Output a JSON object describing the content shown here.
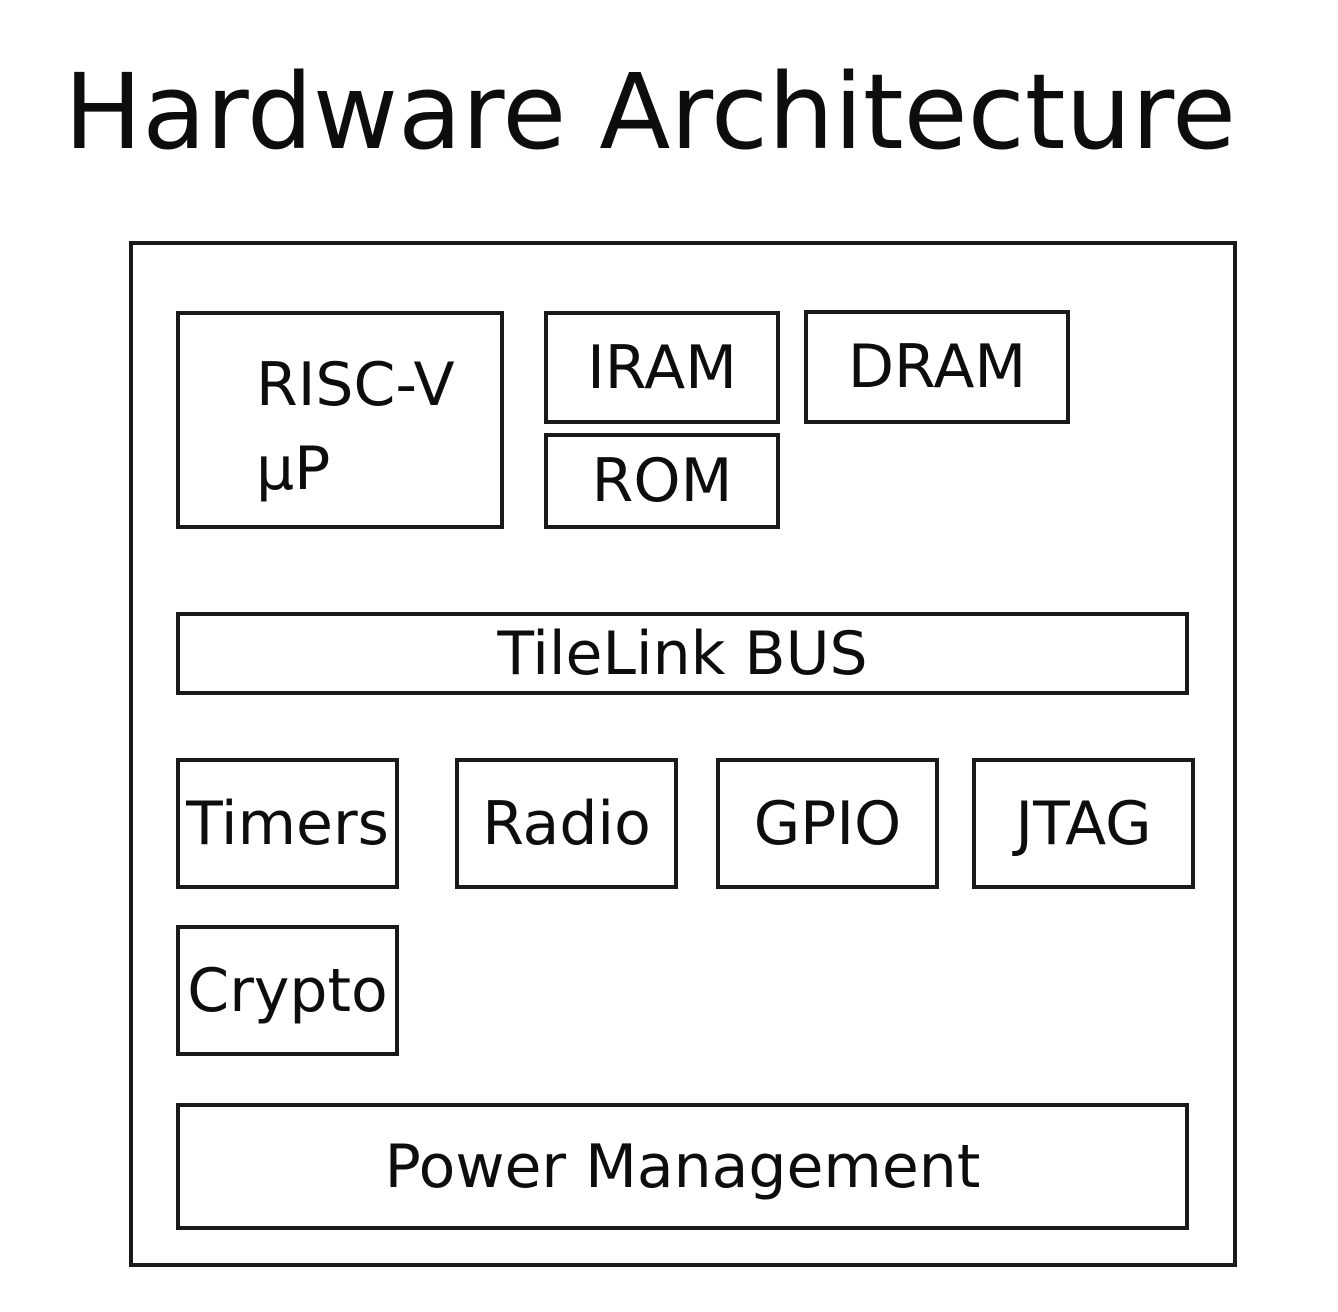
{
  "title": "Hardware Architecture",
  "blocks": {
    "cpu": {
      "line1": "RISC-V",
      "line2": "µP"
    },
    "iram": "IRAM",
    "dram": "DRAM",
    "rom": "ROM",
    "bus": "TileLink BUS",
    "timers": "Timers",
    "radio": "Radio",
    "gpio": "GPIO",
    "jtag": "JTAG",
    "crypto": "Crypto",
    "power": "Power Management"
  }
}
